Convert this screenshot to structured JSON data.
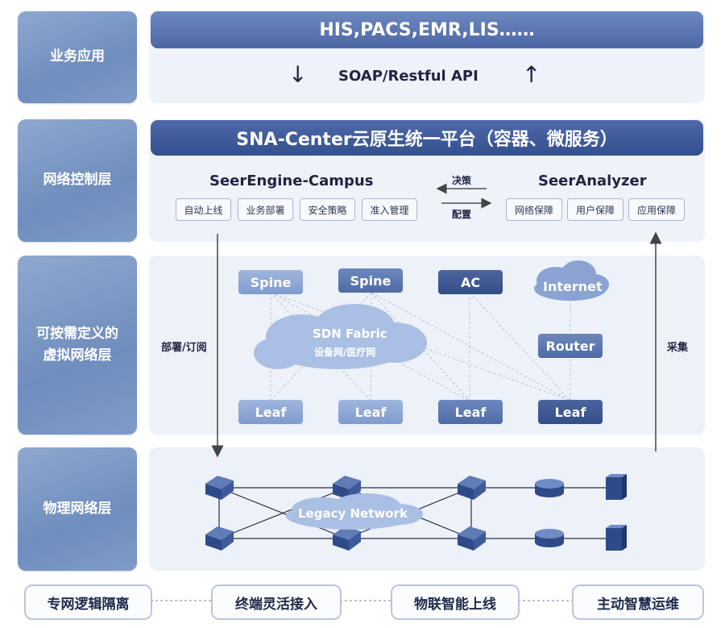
{
  "layers": {
    "business": "业务应用",
    "control": "网络控制层",
    "virtual_line1": "可按需定义的",
    "virtual_line2": "虚拟网络层",
    "physical": "物理网络层"
  },
  "business": {
    "apps": "HIS,PACS,EMR,LIS……",
    "api": "SOAP/Restful API",
    "arrow_down": "↓",
    "arrow_up": "↑"
  },
  "control": {
    "platform": "SNA-Center云原生统一平台（容器、微服务）",
    "engine": "SeerEngine-Campus",
    "engine_tags": [
      "自动上线",
      "业务部署",
      "安全策略",
      "准入管理"
    ],
    "analyzer": "SeerAnalyzer",
    "analyzer_tags": [
      "网络保障",
      "用户保障",
      "应用保障"
    ],
    "decision": "决策",
    "config": "配置"
  },
  "virtual": {
    "spine1": "Spine",
    "spine2": "Spine",
    "ac": "AC",
    "internet": "Internet",
    "router": "Router",
    "fabric_title": "SDN Fabric",
    "fabric_sub": "设备网/医疗网",
    "leaves": [
      "Leaf",
      "Leaf",
      "Leaf",
      "Leaf"
    ],
    "deploy": "部署/订阅",
    "collect": "采集"
  },
  "physical": {
    "legacy": "Legacy Network"
  },
  "features": [
    "专网逻辑隔离",
    "终端灵活接入",
    "物联智能上线",
    "主动智慧运维"
  ],
  "colors": {
    "label_bg": "#7f9bc8",
    "dark_blue": "#33508e",
    "mid_blue": "#4f6ba6",
    "light_blue": "#9fb6dd",
    "panel_bg": "#eef2f9"
  }
}
